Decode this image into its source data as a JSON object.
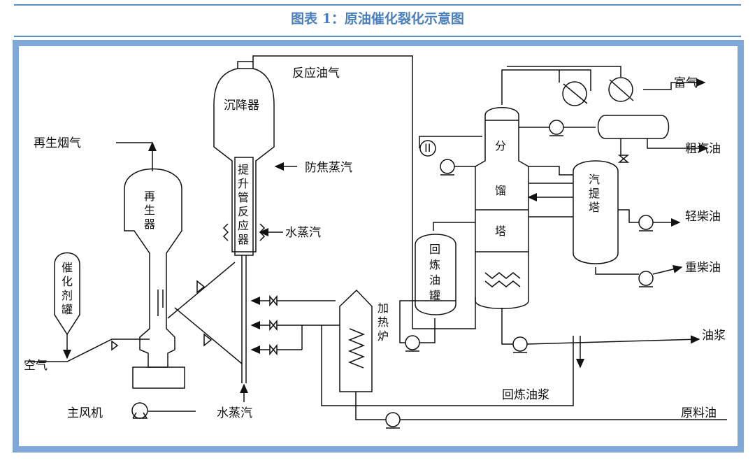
{
  "title": "图表 1：原油催化裂化示意图",
  "labels": {
    "reaction_gas": "反应油气",
    "settler": "沉降器",
    "regen_flue_gas": "再生烟气",
    "anti_coke_steam": "防焦蒸汽",
    "regenerator": [
      "再",
      "生",
      "器"
    ],
    "riser": [
      "提",
      "升",
      "管",
      "反",
      "应",
      "器"
    ],
    "steam_mid": "水蒸汽",
    "catalyst_tank": [
      "催",
      "化",
      "剂",
      "罐"
    ],
    "air": "空气",
    "main_blower": "主风机",
    "steam_bottom": "水蒸汽",
    "furnace": [
      "加",
      "热",
      "炉"
    ],
    "recycle_tank": [
      "回",
      "炼",
      "油",
      "罐"
    ],
    "fractionator": [
      "分",
      "馏",
      "塔"
    ],
    "stripper": [
      "汽",
      "提",
      "塔"
    ],
    "rich_gas": "富气",
    "crude_gasoline": "粗汽油",
    "light_diesel": "轻柴油",
    "heavy_diesel": "重柴油",
    "oil_slurry": "油浆",
    "recycle_slurry": "回炼油浆",
    "feed_oil": "原料油",
    "indicator": "II"
  }
}
